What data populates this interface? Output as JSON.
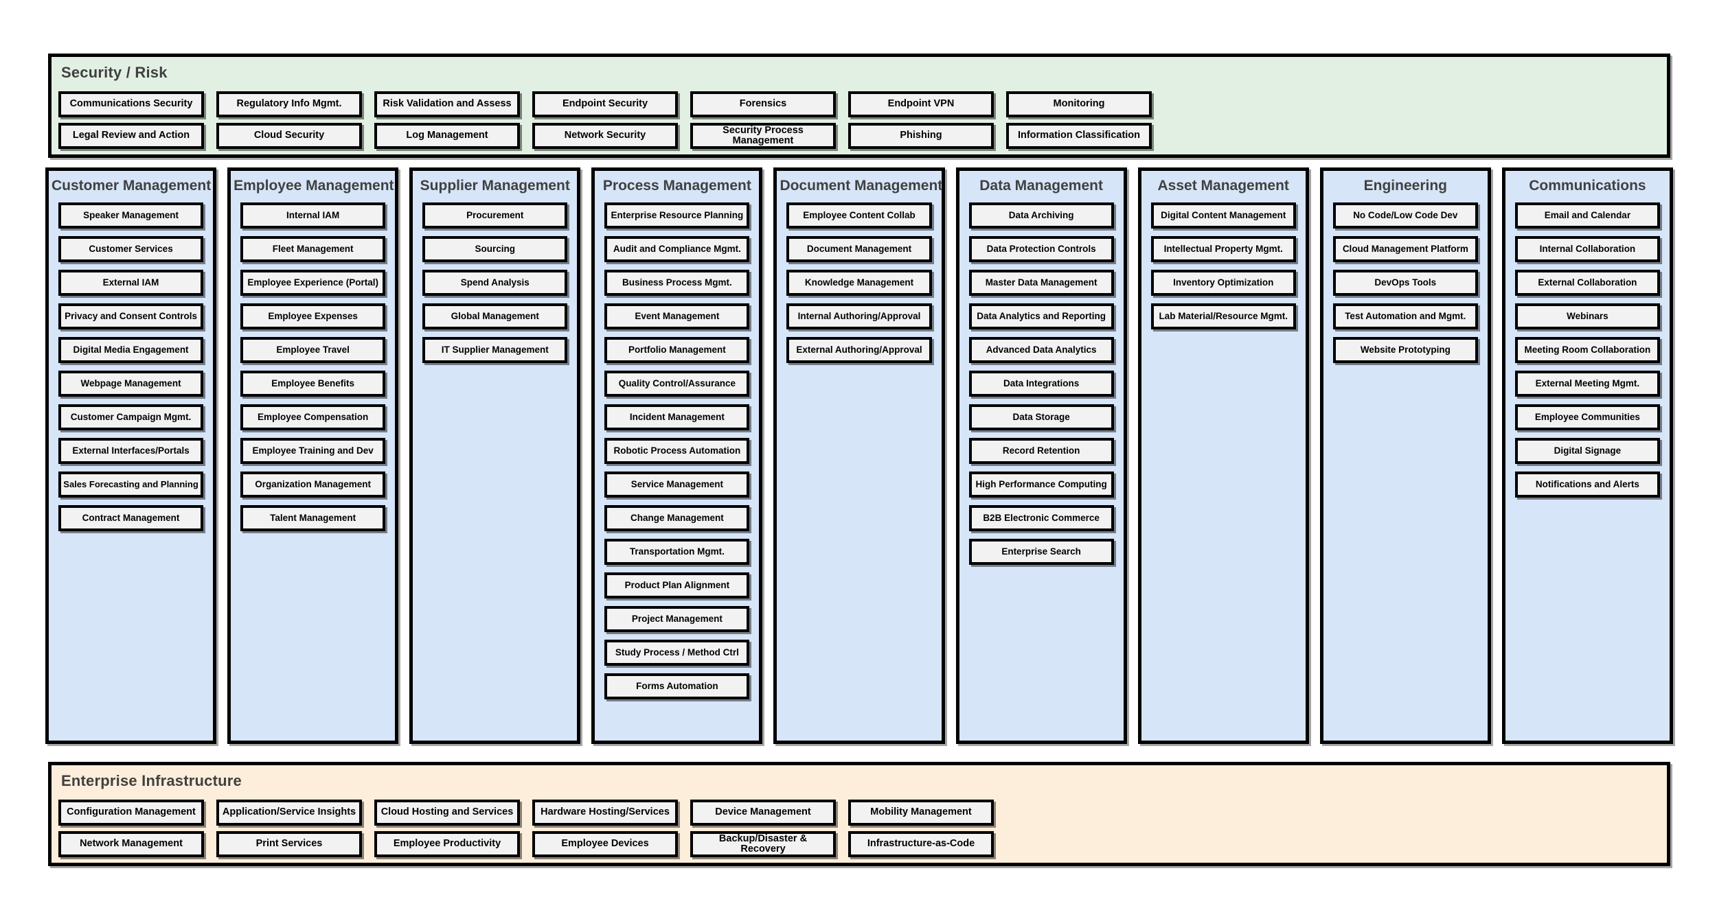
{
  "colors": {
    "security_band_bg": "#e2f0e4",
    "infra_band_bg": "#fdeedb",
    "column_bg": "#d6e5f8",
    "chip_bg": "#f2f2f2",
    "border": "#000000",
    "title_text": "#404040"
  },
  "security": {
    "title": "Security / Risk",
    "rows": [
      [
        "Communications Security",
        "Regulatory Info Mgmt.",
        "Risk Validation and Assess",
        "Endpoint Security",
        "Forensics",
        "Endpoint VPN",
        "Monitoring"
      ],
      [
        "Legal Review and Action",
        "Cloud Security",
        "Log Management",
        "Network Security",
        "Security Process Management",
        "Phishing",
        "Information Classification"
      ]
    ]
  },
  "columns": [
    {
      "title": "Customer Management",
      "items": [
        "Speaker Management",
        "Customer Services",
        "External IAM",
        "Privacy and Consent Controls",
        "Digital Media Engagement",
        "Webpage Management",
        "Customer Campaign Mgmt.",
        "External Interfaces/Portals",
        "Sales Forecasting and Planning",
        "Contract Management"
      ]
    },
    {
      "title": "Employee Management",
      "items": [
        "Internal IAM",
        "Fleet Management",
        "Employee Experience (Portal)",
        "Employee Expenses",
        "Employee Travel",
        "Employee Benefits",
        "Employee Compensation",
        "Employee Training and Dev",
        "Organization Management",
        "Talent Management"
      ]
    },
    {
      "title": "Supplier Management",
      "items": [
        "Procurement",
        "Sourcing",
        "Spend Analysis",
        "Global Management",
        "IT Supplier Management"
      ]
    },
    {
      "title": "Process Management",
      "items": [
        "Enterprise Resource Planning",
        "Audit and Compliance Mgmt.",
        "Business Process Mgmt.",
        "Event Management",
        "Portfolio Management",
        "Quality Control/Assurance",
        "Incident Management",
        "Robotic Process Automation",
        "Service Management",
        "Change Management",
        "Transportation Mgmt.",
        "Product Plan Alignment",
        "Project Management",
        "Study Process / Method Ctrl",
        "Forms Automation"
      ]
    },
    {
      "title": "Document Management",
      "items": [
        "Employee Content Collab",
        "Document Management",
        "Knowledge Management",
        "Internal Authoring/Approval",
        "External Authoring/Approval"
      ]
    },
    {
      "title": "Data Management",
      "items": [
        "Data Archiving",
        "Data Protection Controls",
        "Master Data Management",
        "Data Analytics and Reporting",
        "Advanced Data Analytics",
        "Data Integrations",
        "Data Storage",
        "Record Retention",
        "High Performance Computing",
        "B2B Electronic Commerce",
        "Enterprise Search"
      ]
    },
    {
      "title": "Asset Management",
      "items": [
        "Digital Content Management",
        "Intellectual Property Mgmt.",
        "Inventory Optimization",
        "Lab Material/Resource Mgmt."
      ]
    },
    {
      "title": "Engineering",
      "items": [
        "No Code/Low Code Dev",
        "Cloud Management Platform",
        "DevOps Tools",
        "Test Automation and Mgmt.",
        "Website Prototyping"
      ]
    },
    {
      "title": "Communications",
      "items": [
        "Email and Calendar",
        "Internal Collaboration",
        "External Collaboration",
        "Webinars",
        "Meeting Room Collaboration",
        "External Meeting Mgmt.",
        "Employee Communities",
        "Digital Signage",
        "Notifications and Alerts"
      ]
    }
  ],
  "infrastructure": {
    "title": "Enterprise Infrastructure",
    "rows": [
      [
        "Configuration Management",
        "Application/Service Insights",
        "Cloud Hosting and Services",
        "Hardware Hosting/Services",
        "Device Management",
        "Mobility Management"
      ],
      [
        "Network Management",
        "Print Services",
        "Employee Productivity",
        "Employee Devices",
        "Backup/Disaster & Recovery",
        "Infrastructure-as-Code"
      ]
    ]
  }
}
